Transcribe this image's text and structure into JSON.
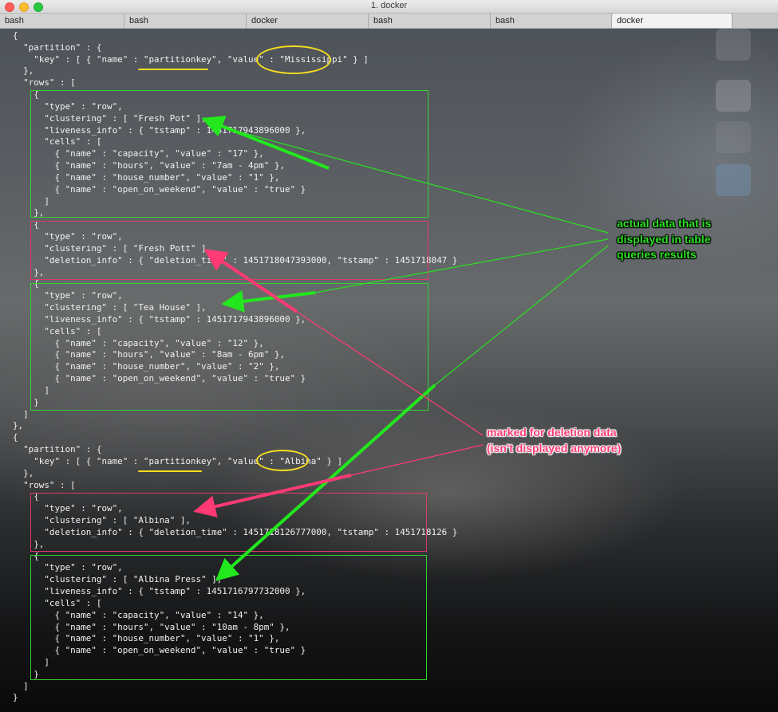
{
  "window": {
    "title": "1. docker",
    "tabs": [
      "bash",
      "bash",
      "docker",
      "bash",
      "bash",
      "docker"
    ],
    "active_tab_index": 5
  },
  "terminal": {
    "lines": [
      "{",
      "  \"partition\" : {",
      "    \"key\" : [ { \"name\" : \"partitionkey\", \"value\" : \"Mississippi\" } ]",
      "  },",
      "  \"rows\" : [",
      "    {",
      "      \"type\" : \"row\",",
      "      \"clustering\" : [ \"Fresh Pot\" ],",
      "      \"liveness_info\" : { \"tstamp\" : 1451717943896000 },",
      "      \"cells\" : [",
      "        { \"name\" : \"capacity\", \"value\" : \"17\" },",
      "        { \"name\" : \"hours\", \"value\" : \"7am - 4pm\" },",
      "        { \"name\" : \"house_number\", \"value\" : \"1\" },",
      "        { \"name\" : \"open_on_weekend\", \"value\" : \"true\" }",
      "      ]",
      "    },",
      "    {",
      "      \"type\" : \"row\",",
      "      \"clustering\" : [ \"Fresh Pott\" ],",
      "      \"deletion_info\" : { \"deletion_time\" : 1451718047393000, \"tstamp\" : 1451718047 }",
      "    },",
      "    {",
      "      \"type\" : \"row\",",
      "      \"clustering\" : [ \"Tea House\" ],",
      "      \"liveness_info\" : { \"tstamp\" : 1451717943896000 },",
      "      \"cells\" : [",
      "        { \"name\" : \"capacity\", \"value\" : \"12\" },",
      "        { \"name\" : \"hours\", \"value\" : \"8am - 6pm\" },",
      "        { \"name\" : \"house_number\", \"value\" : \"2\" },",
      "        { \"name\" : \"open_on_weekend\", \"value\" : \"true\" }",
      "      ]",
      "    }",
      "  ]",
      "},",
      "{",
      "  \"partition\" : {",
      "    \"key\" : [ { \"name\" : \"partitionkey\", \"value\" : \"Albina\" } ]",
      "  },",
      "  \"rows\" : [",
      "    {",
      "      \"type\" : \"row\",",
      "      \"clustering\" : [ \"Albina\" ],",
      "      \"deletion_info\" : { \"deletion_time\" : 1451718126777000, \"tstamp\" : 1451718126 }",
      "    },",
      "    {",
      "      \"type\" : \"row\",",
      "      \"clustering\" : [ \"Albina Press\" ],",
      "      \"liveness_info\" : { \"tstamp\" : 1451716797732000 },",
      "      \"cells\" : [",
      "        { \"name\" : \"capacity\", \"value\" : \"14\" },",
      "        { \"name\" : \"hours\", \"value\" : \"10am - 8pm\" },",
      "        { \"name\" : \"house_number\", \"value\" : \"1\" },",
      "        { \"name\" : \"open_on_weekend\", \"value\" : \"true\" }",
      "      ]",
      "    }",
      "  ]",
      "}"
    ]
  },
  "annotations": {
    "live_note": "actual data that is\ndisplayed in table\nqueries results",
    "deleted_note": "marked for deletion data\n(isn't displayed anymore)"
  },
  "colors": {
    "live_box": "#35d232",
    "deleted_box": "#e03a67",
    "highlight": "#f6dd1f"
  }
}
